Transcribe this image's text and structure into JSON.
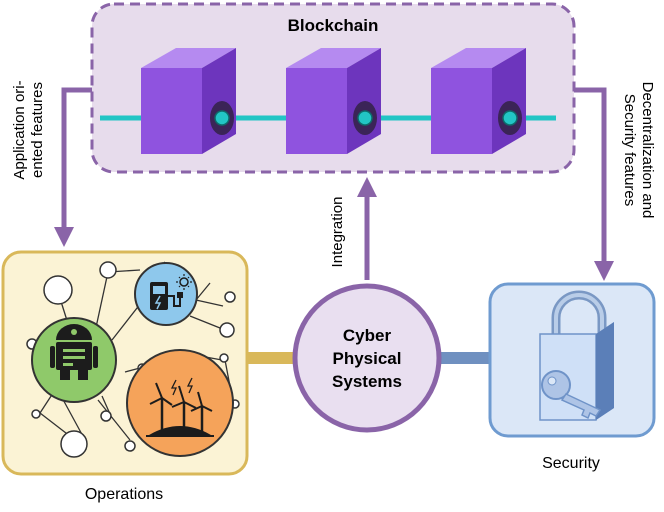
{
  "blockchain": {
    "title": "Blockchain",
    "block_count": 3
  },
  "cps": {
    "line1": "Cyber",
    "line2": "Physical",
    "line3": "Systems"
  },
  "operations": {
    "label": "Operations"
  },
  "security": {
    "label": "Security"
  },
  "arrows": {
    "left_line1": "Application ori-",
    "left_line2": "ented features",
    "middle": "Integration",
    "right_line1": "Decentralization and",
    "right_line2": "Security features"
  },
  "colors": {
    "purple": "#8a64a8",
    "blockchain_fill": "#e7dcec",
    "cube": "#9b5ce0",
    "chain": "#22c5c5",
    "operations_border": "#d9b85a",
    "operations_fill": "#fbf3d5",
    "security_border": "#6f9bd0",
    "security_fill": "#dbe7f7",
    "robot": "#8fc96a",
    "charger": "#8ec8ec",
    "wind": "#f5a35a",
    "cps_fill": "#e9dff0"
  }
}
